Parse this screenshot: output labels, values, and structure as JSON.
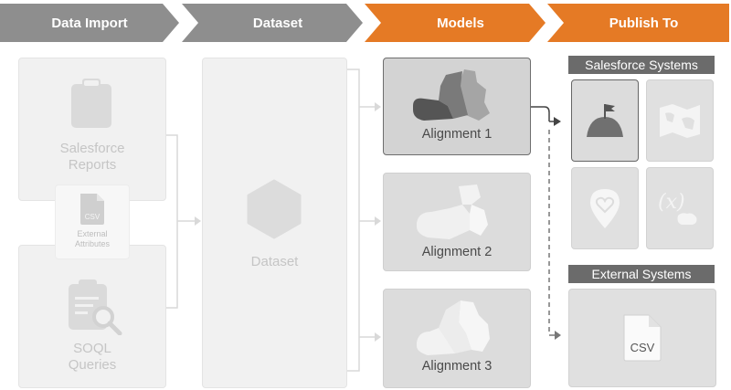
{
  "stages": {
    "import": "Data Import",
    "dataset": "Dataset",
    "models": "Models",
    "publish": "Publish To"
  },
  "sources": {
    "reports": "Salesforce\nReports",
    "csv_badge": "CSV",
    "external_attributes": "External\nAttributes",
    "soql": "SOQL\nQueries"
  },
  "dataset_label": "Dataset",
  "models": [
    {
      "label": "Alignment 1"
    },
    {
      "label": "Alignment 2"
    },
    {
      "label": "Alignment 3"
    }
  ],
  "publish": {
    "salesforce_title": "Salesforce Systems",
    "external_title": "External Systems",
    "csv_label": "CSV",
    "tiles": [
      {
        "icon": "territory-flag-icon"
      },
      {
        "icon": "map-icon"
      },
      {
        "icon": "location-heart-icon"
      },
      {
        "icon": "formula-icon"
      }
    ]
  },
  "colors": {
    "stage_gray": "#8e8e8e",
    "stage_orange": "#e57a25",
    "banner": "#6b6b6b"
  }
}
